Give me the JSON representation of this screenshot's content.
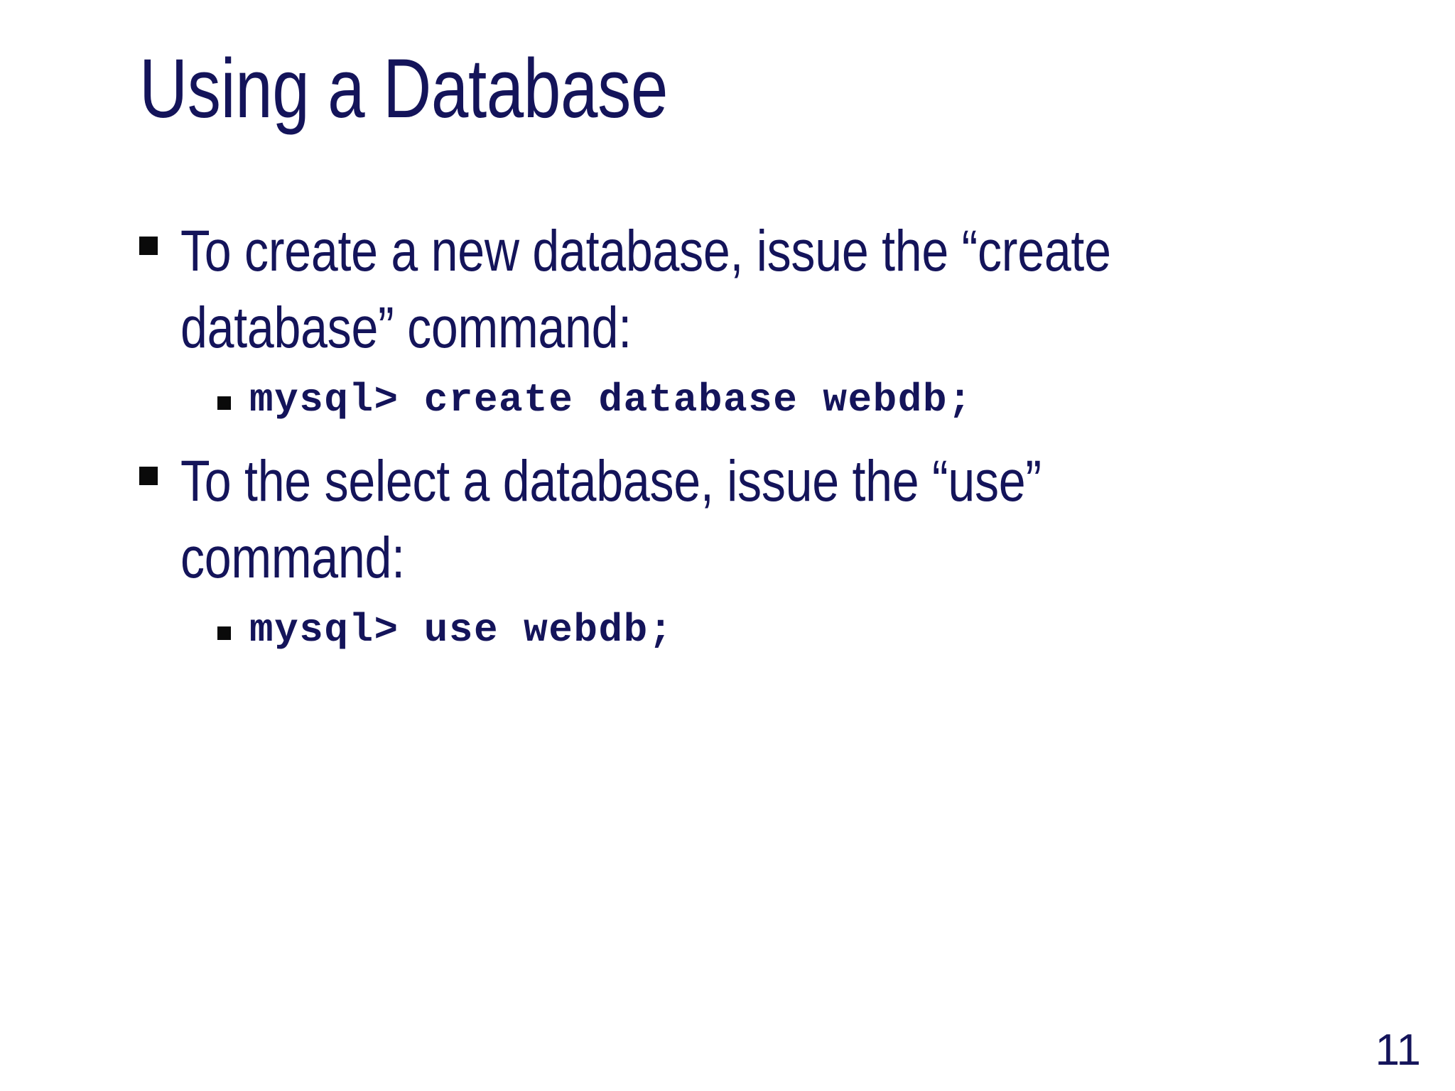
{
  "slide": {
    "title": "Using a Database",
    "page_number": "11",
    "background_color": "#ffffff",
    "text_color": "#14145a",
    "bullet_marker_color": "#0a0a0a"
  },
  "content": {
    "bullets": [
      {
        "level": 1,
        "marker": "filled-square",
        "text": "To create a new database, issue the “create database” command:"
      },
      {
        "level": 2,
        "marker": "filled-square",
        "style": "monospace-bold",
        "text": "mysql> create database webdb;"
      },
      {
        "level": 1,
        "marker": "filled-square",
        "text": "To the select a database, issue the “use” command:"
      },
      {
        "level": 2,
        "marker": "filled-square",
        "style": "monospace-bold",
        "text": "mysql> use webdb;"
      }
    ]
  }
}
